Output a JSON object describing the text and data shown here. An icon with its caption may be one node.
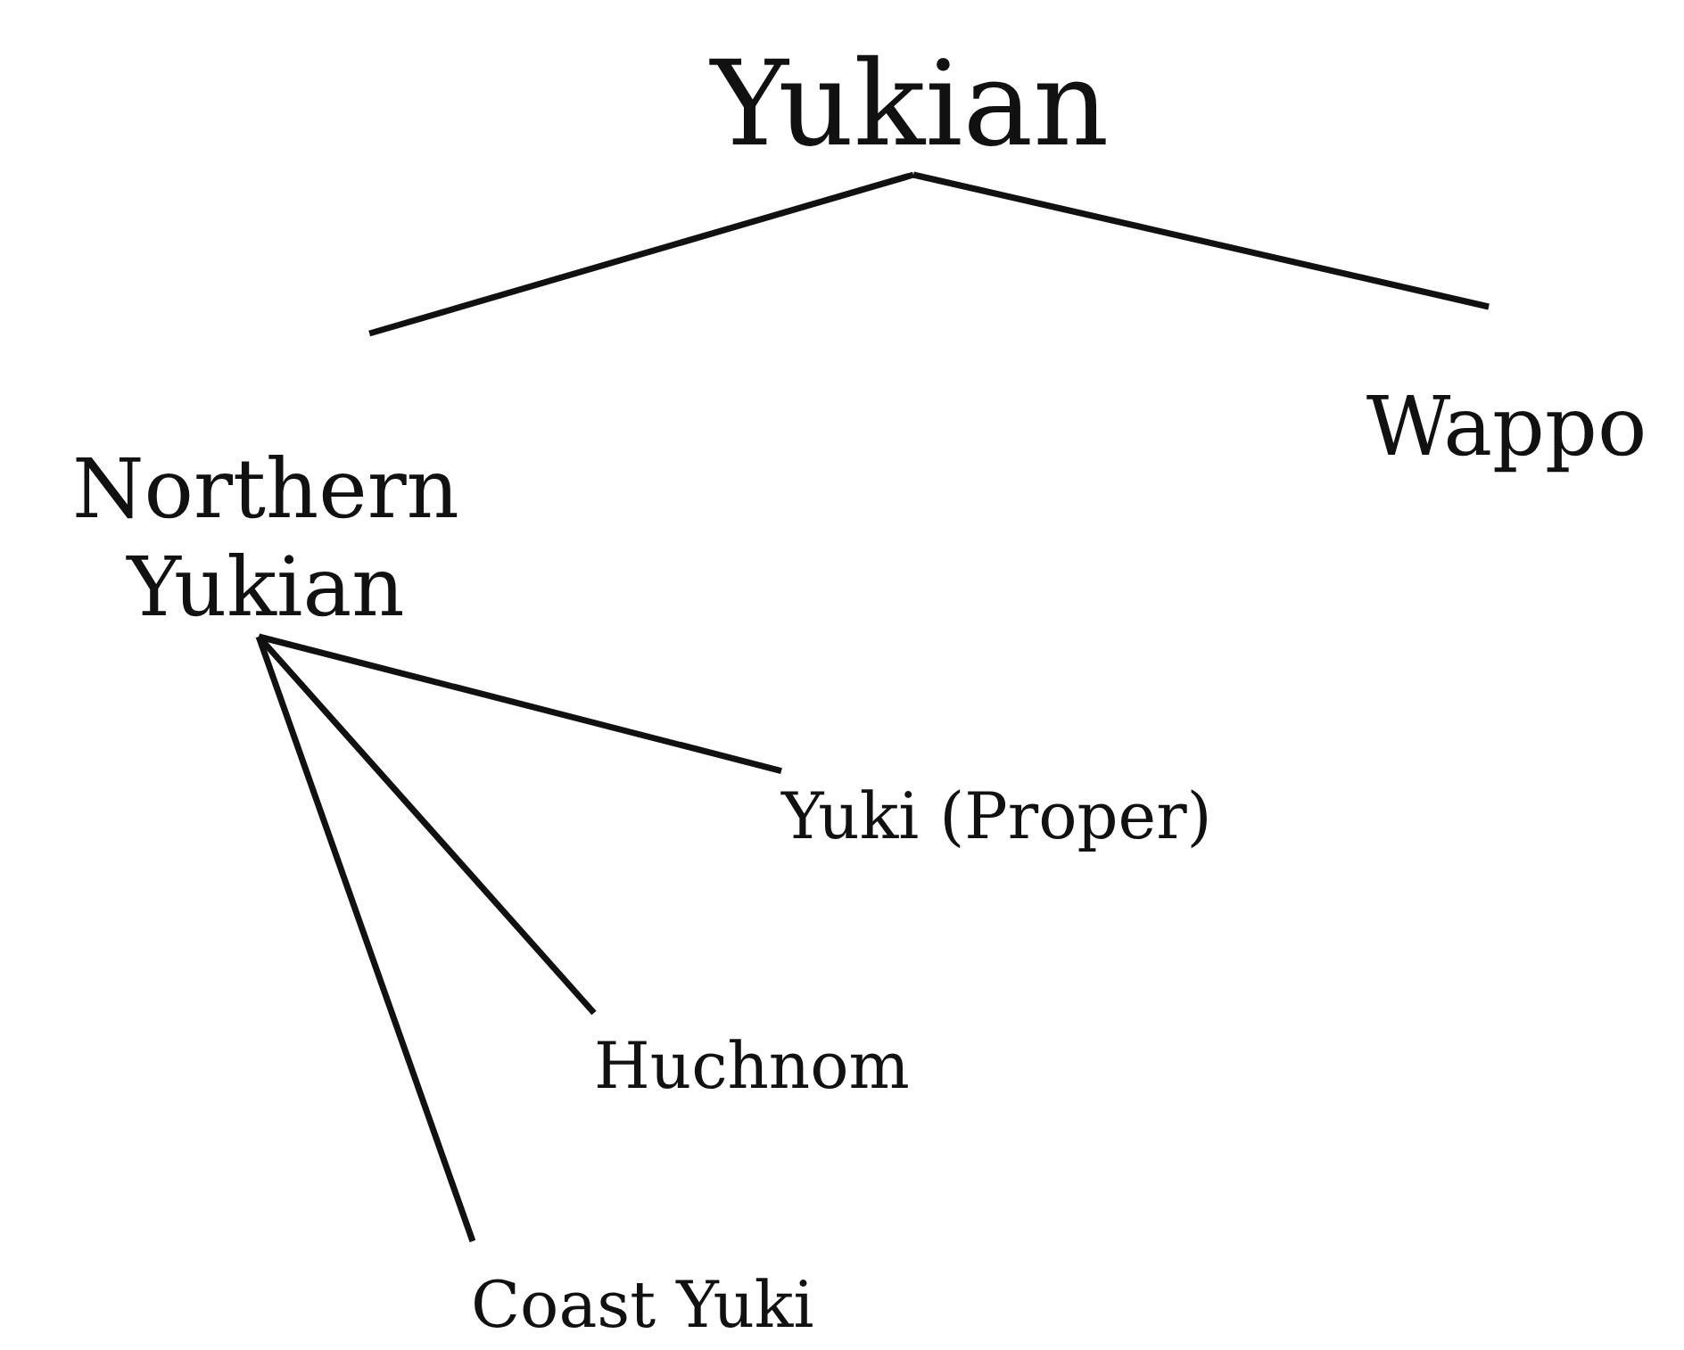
{
  "diagram": {
    "nodes": [
      {
        "text": [
          "Yukian"
        ]
      },
      {
        "text": [
          "Northern Yukian"
        ]
      },
      {
        "text": [
          "Wappo"
        ]
      },
      {
        "text": [
          "Yuki (Proper)"
        ]
      },
      {
        "text": [
          "Huchnom"
        ]
      },
      {
        "text": [
          "Coast Yuki"
        ]
      }
    ],
    "edges": [
      {
        "from": 0,
        "to": 1,
        "arrow": "none"
      },
      {
        "from": 0,
        "to": 2,
        "arrow": "none"
      },
      {
        "from": 1,
        "to": 3,
        "arrow": "none"
      },
      {
        "from": 1,
        "to": 4,
        "arrow": "none"
      },
      {
        "from": 1,
        "to": 5,
        "arrow": "none"
      }
    ]
  }
}
